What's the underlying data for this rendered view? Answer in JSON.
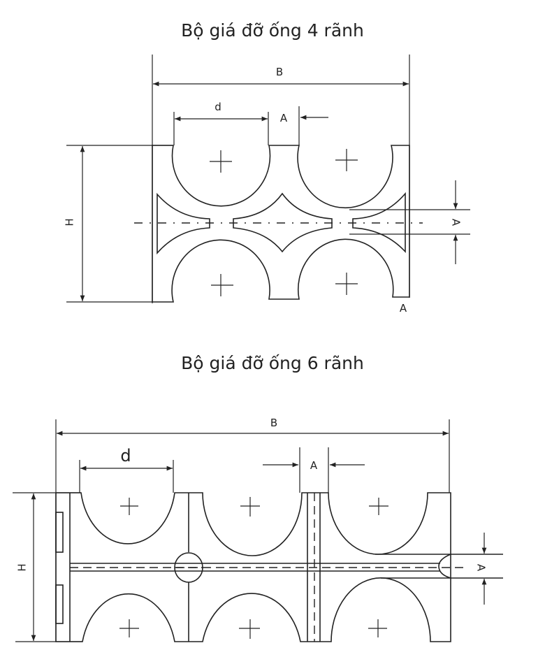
{
  "diagram_4": {
    "title": "Bộ giá đỡ ống 4 rãnh",
    "label_B": "B",
    "label_d": "d",
    "label_A_top": "A",
    "label_A_side": "A",
    "label_A_bottom": "A",
    "label_H": "H"
  },
  "diagram_6": {
    "title": "Bộ giá đỡ ống 6 rãnh",
    "label_B": "B",
    "label_d": "d",
    "label_A_top": "A",
    "label_A_side": "A",
    "label_H": "H"
  }
}
